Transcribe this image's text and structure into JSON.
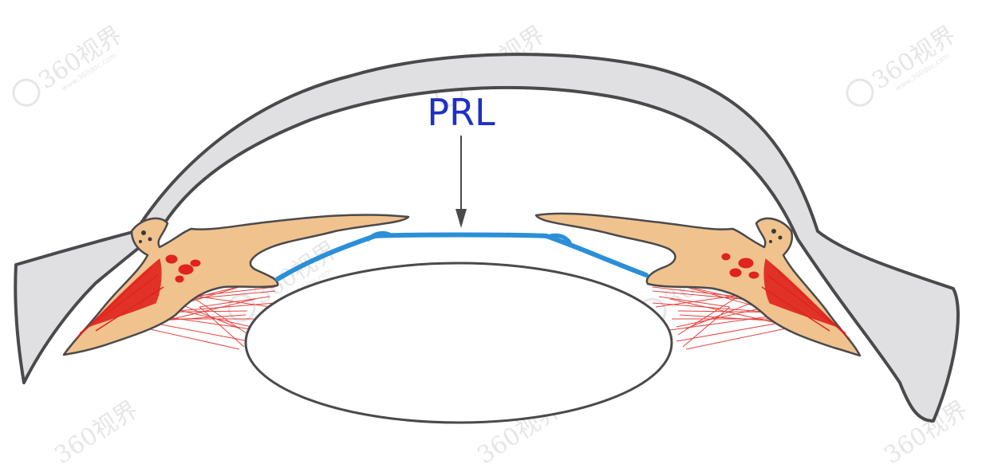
{
  "diagram": {
    "label": "PRL",
    "colors": {
      "label": "#1f2fc6",
      "cornea_sclera": "#e0e0e2",
      "outline": "#4a4a4c",
      "iris_ciliary": "#f0c28e",
      "muscle": "#e0231e",
      "zonules": "#e0231e",
      "prl_implant": "#2b8fd8",
      "arrow": "#4a4a4c",
      "crystalline_lens": "#ffffff"
    }
  },
  "watermark": {
    "brand": "360视界",
    "url": "www.360doc.com"
  }
}
